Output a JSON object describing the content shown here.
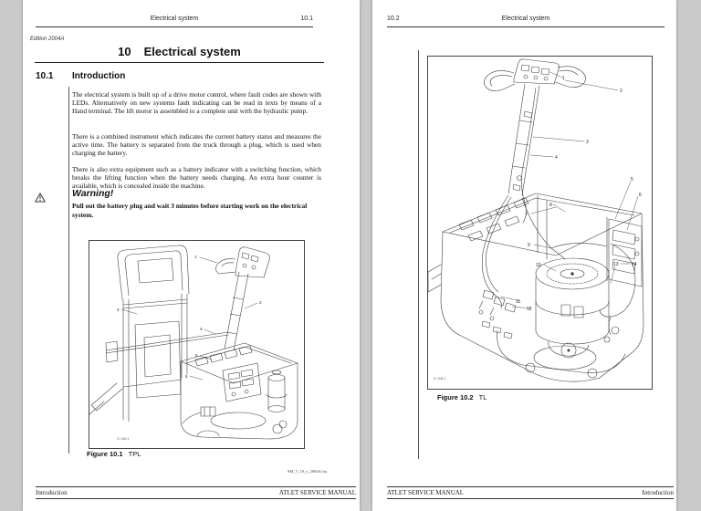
{
  "viewer": {
    "background_color": "#cacaca",
    "page_color": "#ffffff"
  },
  "left_page": {
    "header": {
      "title": "Electrical system",
      "page_number": "10.1"
    },
    "edition": "Edition 2004A",
    "chapter": {
      "number": "10",
      "title": "Electrical system"
    },
    "section": {
      "number": "10.1",
      "title": "Introduction"
    },
    "paragraphs": [
      "The electrical system is built up of a drive motor control, where fault codes are shown with LEDs. Alternatively on new systems fault indicating can be read in texts by means of a Hand terminal. The lift motor is assembled to a complete unit with the hydraulic pump.",
      "There is a combined instrument which indicates the current battery status and measures the active time. The battery is separated from the truck through a plug, which is used when charging the battery.",
      "There is also extra equipment such as a battery indicator with a switching function, which breaks the lifting function when the battery needs charging. An extra hour counter is available, which is concealed inside the machine."
    ],
    "warning": {
      "icon": "warning-triangle-icon",
      "title": "Warning!",
      "body": "Pull out the battery plug and wait 3 minutes before starting work on the electrical system."
    },
    "figure": {
      "label": "Figure 10.1",
      "name": "TPL",
      "drawing_code": "G 140.1",
      "callouts": [
        "1",
        "2",
        "3",
        "4",
        "5",
        "6"
      ]
    },
    "file_reference": "SM_T_10_e_2004A.fm",
    "footer": {
      "left": "Introduction",
      "right": "ATLET SERVICE MANUAL"
    }
  },
  "right_page": {
    "header": {
      "page_number": "10.2",
      "title": "Electrical system"
    },
    "figure": {
      "label": "Figure 10.2",
      "name": "TL",
      "drawing_code": "G 118.1",
      "callouts": [
        "1",
        "2",
        "3",
        "4",
        "5",
        "6",
        "7",
        "8",
        "9",
        "10",
        "11",
        "12",
        "13",
        "14"
      ]
    },
    "footer": {
      "left": "ATLET SERVICE MANUAL",
      "right": "Introduction"
    }
  }
}
